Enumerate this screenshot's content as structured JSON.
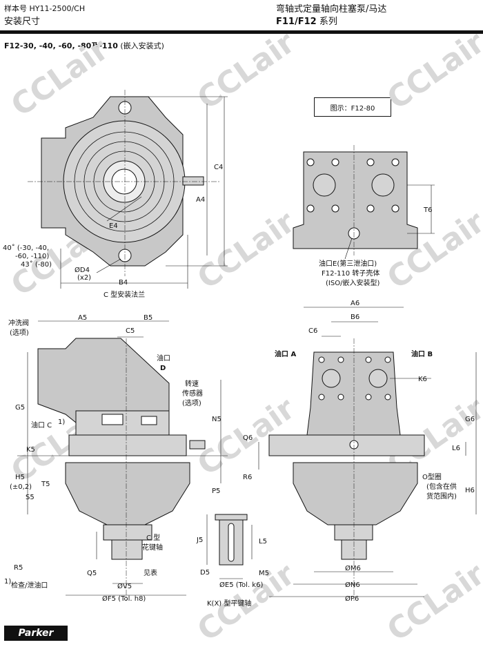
{
  "header": {
    "doc_number": "样本号 HY11-2500/CH",
    "section": "安装尺寸",
    "product_line1": "弯轴式定量轴向柱塞泵/马达",
    "product_series_bold": "F11/F12",
    "product_series_suffix": " 系列"
  },
  "subtitle": {
    "bold": "F12-30, -40, -60, -80及-110",
    "normal": " (嵌入安装式)"
  },
  "figure_note": "图示：F12-80",
  "watermark": "CCLair",
  "labels": {
    "C4": "C4",
    "A4": "A4",
    "E4": "E4",
    "D4": "ØD4",
    "D4x2": "(x2)",
    "B4": "B4",
    "angle1": "40˚ (-30, -40,",
    "angle2": "-60, -110)",
    "angle3": "43˚ (-80)",
    "flange": "C 型安装法兰",
    "T6": "T6",
    "portE1": "油口E(第三泄油口)",
    "portE2": "F12-110 转子壳体",
    "portE3": "(ISO/嵌入安装型)",
    "A5": "A5",
    "B5": "B5",
    "C5": "C5",
    "flush1": "冲洗阀",
    "flush2": "(选项)",
    "portD1": "油口",
    "portD2": "D",
    "sensor1": "转速",
    "sensor2": "传感器",
    "sensor3": "(选项)",
    "G5": "G5",
    "N5": "N5",
    "portC": "油口 C",
    "portCsup": "1)",
    "K5": "K5",
    "H5": "H5",
    "H5tol": "(±0,2)",
    "T5": "T5",
    "S5": "S5",
    "P5": "P5",
    "shaftC1": "C 型",
    "shaftC2": "花键轴",
    "R5": "R5",
    "Q5": "Q5",
    "V5": "ØV5",
    "F5": "ØF5 (Tol. h8)",
    "seeTable": "见表",
    "footnote": "检查/泄油口",
    "footnoteSup": "1)",
    "J5": "J5",
    "L5": "L5",
    "D5": "D5",
    "M5": "M5",
    "E5": "ØE5 (Tol. k6)",
    "shaftK": "K(X) 型平键轴",
    "A6": "A6",
    "B6": "B6",
    "C6": "C6",
    "portA": "油口 A",
    "portB": "油口 B",
    "K6": "K6",
    "Q6": "Q6",
    "R6": "R6",
    "G6": "G6",
    "L6": "L6",
    "H6": "H6",
    "oring1": "O型圈",
    "oring2": "(包含在供",
    "oring3": "货范围内)",
    "M6": "ØM6",
    "N6": "ØN6",
    "P6": "ØP6"
  },
  "logo": "Parker"
}
